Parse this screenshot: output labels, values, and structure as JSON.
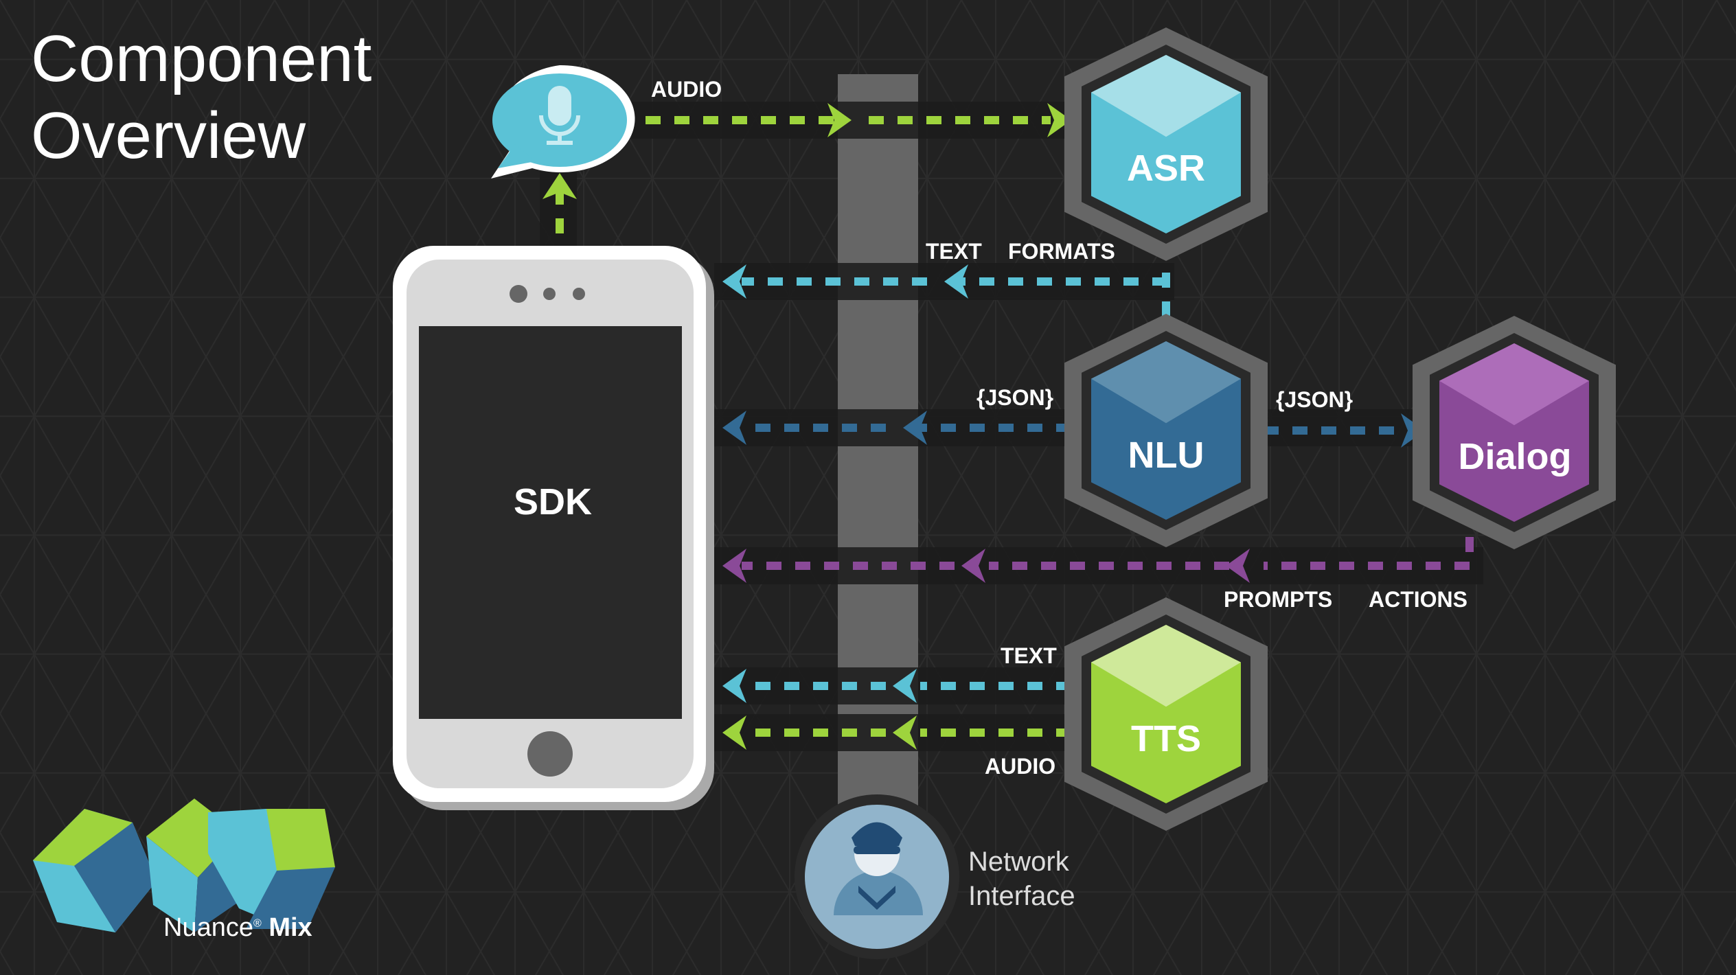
{
  "title": {
    "line1": "Component",
    "line2": "Overview"
  },
  "colors": {
    "background": "#222222",
    "green": "#9ed43d",
    "cyan": "#5bc2d6",
    "blue": "#336b95",
    "purple": "#8a4a98",
    "band": "#666666"
  },
  "client": {
    "label": "SDK",
    "mic_icon": "microphone-icon"
  },
  "nodes": {
    "asr": {
      "label": "ASR"
    },
    "nlu": {
      "label": "NLU"
    },
    "dialog": {
      "label": "Dialog"
    },
    "tts": {
      "label": "TTS"
    }
  },
  "flows": {
    "mic_audio": "AUDIO",
    "asr_text": "TEXT",
    "asr_formats": "FORMATS",
    "nlu_json_left": "{JSON}",
    "nlu_json_right": "{JSON}",
    "dialog_prompts": "PROMPTS",
    "dialog_actions": "ACTIONS",
    "tts_text": "TEXT",
    "tts_audio": "AUDIO"
  },
  "network": {
    "line1": "Network",
    "line2": "Interface",
    "icon": "officer-icon"
  },
  "brand": {
    "name": "Nuance",
    "reg": "®",
    "product": "Mix"
  }
}
